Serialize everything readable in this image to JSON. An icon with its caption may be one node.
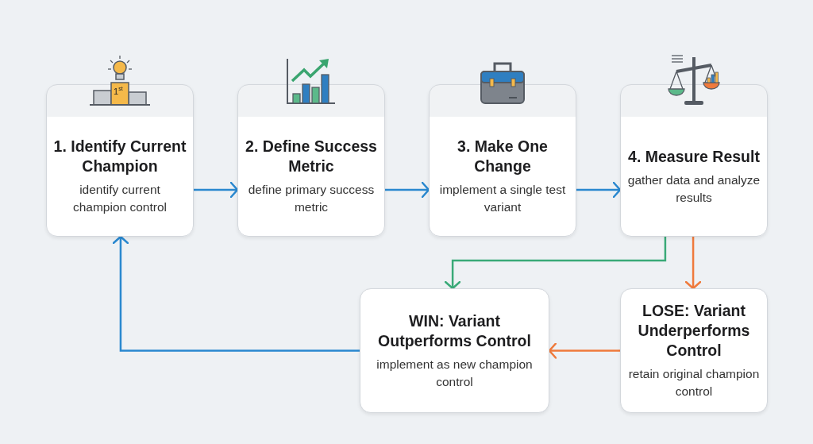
{
  "diagram": {
    "nodes": [
      {
        "text": [
          "1. Identify Current Champion",
          "identify current champion control"
        ]
      },
      {
        "text": [
          "2. Define Success Metric",
          "define primary success metric"
        ]
      },
      {
        "text": [
          "3. Make One Change",
          "implement a single test variant"
        ]
      },
      {
        "text": [
          "4. Measure Result",
          "gather data and analyze results"
        ]
      },
      {
        "text": [
          "WIN: Variant Outperforms Control",
          "implement as new champion control"
        ]
      },
      {
        "text": [
          "LOSE: Variant Underperforms Control",
          "retain original champion control"
        ]
      }
    ],
    "edges": [
      {
        "from": 0,
        "to": 1,
        "arrow": "to"
      },
      {
        "from": 1,
        "to": 2,
        "arrow": "to"
      },
      {
        "from": 2,
        "to": 3,
        "arrow": "to"
      },
      {
        "from": 3,
        "to": 4,
        "arrow": "to",
        "color": "#3aaa78"
      },
      {
        "from": 3,
        "to": 5,
        "arrow": "to",
        "color": "#ef7a3c"
      },
      {
        "from": 5,
        "to": 4,
        "arrow": "to",
        "color": "#ef7a3c"
      },
      {
        "from": 4,
        "to": 0,
        "arrow": "to"
      }
    ],
    "labels": [
      "1$^{st}$"
    ]
  }
}
